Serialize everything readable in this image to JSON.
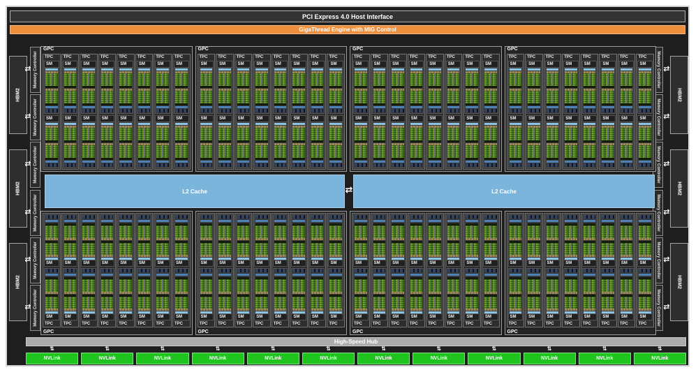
{
  "header": {
    "pcie_label": "PCI Express 4.0 Host Interface",
    "gigathread_label": "GigaThread Engine with MIG Control"
  },
  "labels": {
    "gpc": "GPC",
    "tpc": "TPC",
    "sm": "SM",
    "l2_cache": "L2 Cache",
    "high_speed_hub": "High-Speed Hub",
    "nvlink": "NVLink",
    "hbm2": "HBM2",
    "memory_controller": "Memory Controller"
  },
  "counts": {
    "gpcs": 8,
    "tpcs_per_gpc": 8,
    "sms_per_tpc": 2,
    "hbm2_stacks_per_side": 3,
    "memory_controllers_per_side": 6,
    "nvlink_ports": 12,
    "l2_partitions": 2
  },
  "icons": {
    "link_arrow_icon": "⇄",
    "updown_arrow_icon": "⇅"
  },
  "colors": {
    "gigathread_orange": "#EE8F3E",
    "l2_blue": "#7CB5DC",
    "sm_core_green": "#5E9728",
    "nvlink_green": "#1FC41F",
    "hub_gray": "#ABABAB",
    "chip_background": "#1E1E1E"
  }
}
